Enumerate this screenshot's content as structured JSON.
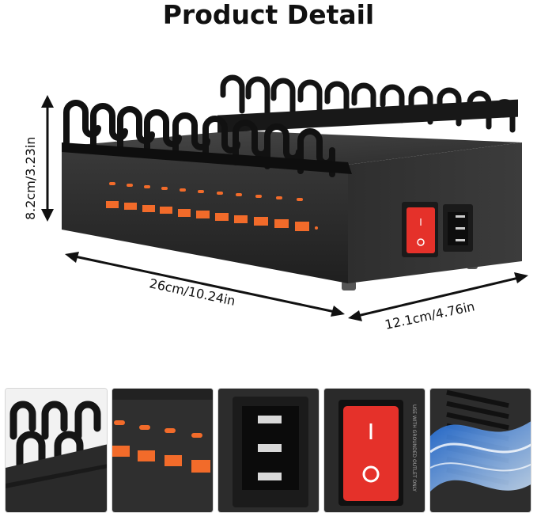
{
  "title": "Product Detail",
  "dimensions": {
    "height": "8.2cm/3.23in",
    "length": "26cm/10.24in",
    "width": "12.1cm/4.76in"
  },
  "colors": {
    "body": "#2b2b2b",
    "accent_orange": "#f26b2a",
    "switch_red": "#e5312a",
    "airflow_blue": "#4a9bff"
  },
  "detail_images": [
    {
      "name": "cable-holder-closeup"
    },
    {
      "name": "usb-ports-closeup"
    },
    {
      "name": "power-socket-closeup"
    },
    {
      "name": "power-switch-closeup"
    },
    {
      "name": "cooling-vent-closeup"
    }
  ],
  "switch_symbols": {
    "on": "I",
    "off": "O"
  },
  "vent_label": "USE WITH GROUNDED OUTLET ONLY"
}
